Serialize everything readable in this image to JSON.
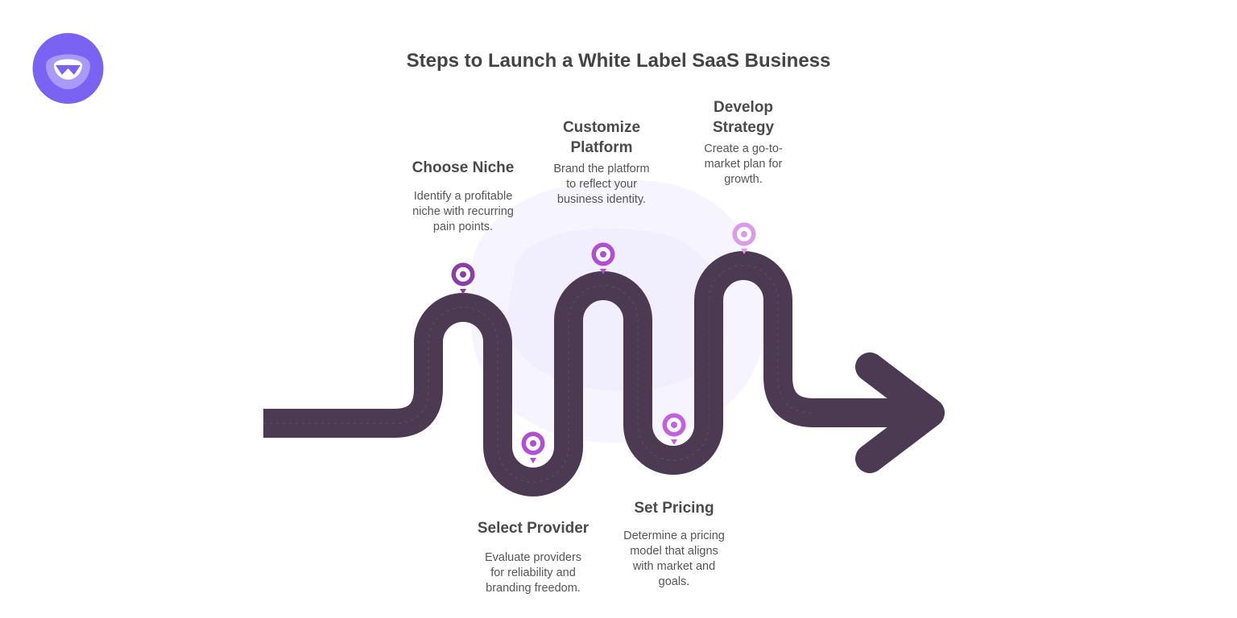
{
  "title": "Steps to Launch a White Label SaaS Business",
  "logo": {
    "icon": "app-logo-icon",
    "color": "#7a63f2"
  },
  "road": {
    "color": "#4b3a52",
    "arrow": "right-arrow-icon"
  },
  "steps": [
    {
      "title": "Choose Niche",
      "desc_lines": [
        "Identify a profitable",
        "niche with recurring",
        "pain points."
      ],
      "pin_color": "#8a3fa6"
    },
    {
      "title": "Select Provider",
      "desc_lines": [
        "Evaluate providers",
        "for reliability and",
        "branding freedom."
      ],
      "pin_color": "#b04fd2"
    },
    {
      "title": "Customize",
      "title2": "Platform",
      "desc_lines": [
        "Brand the platform",
        "to reflect your",
        "business identity."
      ],
      "pin_color": "#b04fd2"
    },
    {
      "title": "Set Pricing",
      "desc_lines": [
        "Determine a pricing",
        "model that aligns",
        "with market and",
        "goals."
      ],
      "pin_color": "#c061e0"
    },
    {
      "title": "Develop",
      "title2": "Strategy",
      "desc_lines": [
        "Create a go-to-",
        "market plan for",
        "growth."
      ],
      "pin_color": "#dc9be8"
    }
  ]
}
